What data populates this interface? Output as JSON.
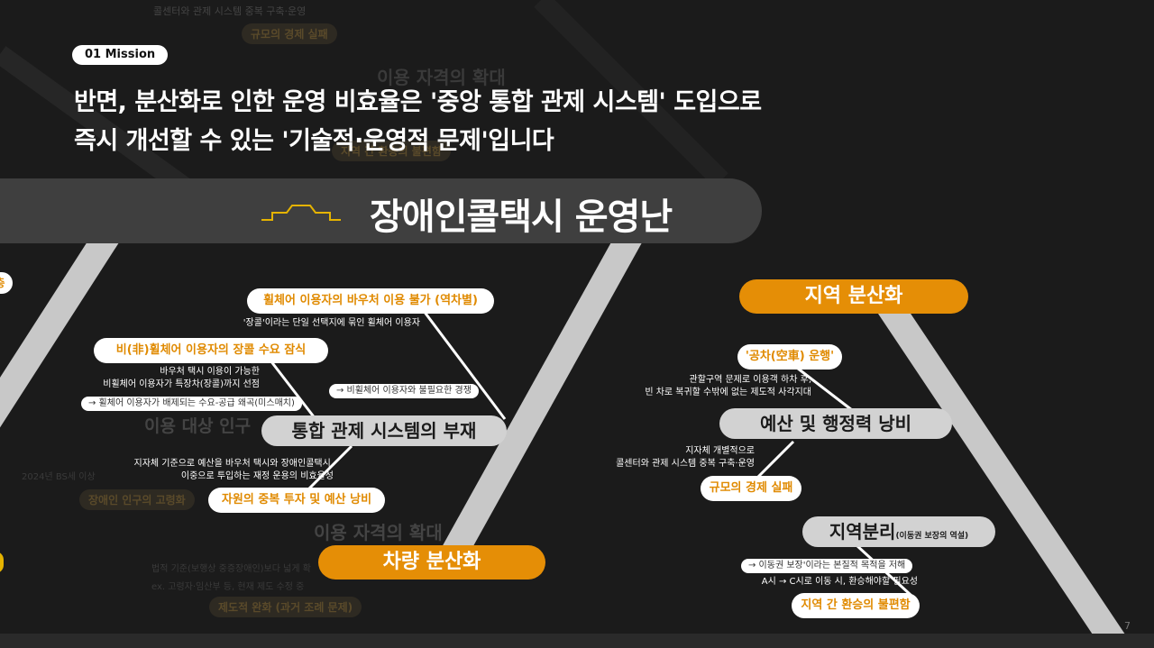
{
  "mission_label": "01 Mission",
  "headline": {
    "line1": "반면, 분산화로 인한 운영 비효율은 '중앙 통합 관제 시스템' 도입으로",
    "line2": "즉시 개선할 수 있는 '기술적·운영적 문제'입니다"
  },
  "banner_title": "장애인콜택시 운영난",
  "left_branch": {
    "main": "통합 관제 시스템의 부재",
    "item1": {
      "title": "휠체어 이용자의 바우처 이용 불가 (역차별)",
      "desc": "'장콜'이라는 단일 선택지에 묶인 휠체어 이용자"
    },
    "item2": {
      "title": "비(非)휠체어 이용자의 장콜 수요 잠식",
      "desc1": "바우처 택시 이용이 가능한",
      "desc2": "비휠체어 이용자가 특장차(장콜)까지 선점",
      "note": "→ 휠체어 이용자가 배제되는 수요-공급 왜곡(미스매치)"
    },
    "note_right": "→ 비휠체어 이용자와 불필요한 경쟁",
    "item3": {
      "desc1": "지자체 기준으로 예산을 바우처 택시와 장애인콜택시,",
      "desc2": "이중으로 투입하는 재정 운용의 비효율성",
      "title": "자원의 중복 투자 및 예산 낭비"
    },
    "bottom": "차량 분산화"
  },
  "right_branch": {
    "top": "지역 분산화",
    "item1": {
      "title": "'공차(空車) 운행'",
      "desc1": "관할구역 문제로 이용객 하차 후,",
      "desc2": "빈 차로 복귀할 수밖에 없는 제도적 사각지대"
    },
    "main1": "예산 및 행정력 낭비",
    "item2": {
      "desc1": "지자체 개별적으로",
      "desc2": "콜센터와 관제 시스템 중복 구축·운영",
      "title": "규모의 경제 실패"
    },
    "main2": "지역분리",
    "main2_sub": "(이동권 보장의 역설)",
    "item3": {
      "note": "→ 이동권 보장'이라는 본질적 목적을 저해",
      "desc": "A시 → C시로 이동 시, 환승해야할 필요성",
      "title": "지역 간 환승의 불편함"
    }
  },
  "ghost_text": {
    "g1": "콜센터와 관제 시스템 중복 구축·운영",
    "g2": "규모의 경제 실패",
    "g3": "이용 자격의 확대",
    "g4": "지역 간 환승의 불편함",
    "g5": "이용 대상 인구",
    "g6": "2024년 BS세 이상",
    "g7": "장애인 인구의 고령화",
    "g8": "이용 자격의 확대",
    "g9": "법적 기준(보행상 중증장애인)보다 넓게 확",
    "g10": "ex. 고령자·임산부 등, 현재 제도 수정 중",
    "g11": "제도적 완화 (과거 조례 문제)",
    "g12": "층"
  },
  "page_number": "7",
  "colors": {
    "accent": "#e58e06",
    "background": "#1b1b1b",
    "banner": "#3f3f3f",
    "bone": "#c8c8c8"
  }
}
